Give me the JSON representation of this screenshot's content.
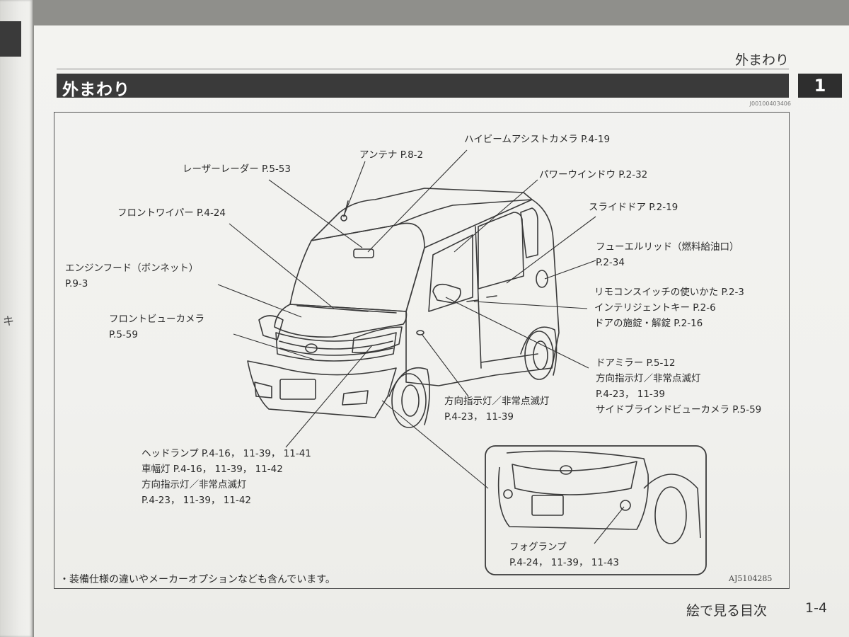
{
  "left_page": {
    "edge_mark": "キ"
  },
  "header": {
    "running_title": "外まわり",
    "section_title": "外まわり",
    "chapter_number": "1",
    "section_code": "J00100403406"
  },
  "callouts": {
    "high_beam_assist_camera": "ハイビームアシストカメラ P.4-19",
    "antenna": "アンテナ P.8-2",
    "laser_radar": "レーザーレーダー P.5-53",
    "power_window": "パワーウインドウ P.2-32",
    "front_wiper": "フロントワイパー P.4-24",
    "slide_door": "スライドドア P.2-19",
    "fuel_lid_line1": "フューエルリッド（燃料給油口）",
    "fuel_lid_line2": "P.2-34",
    "engine_hood_line1": "エンジンフード（ボンネット）",
    "engine_hood_line2": "P.9-3",
    "remote_switch": "リモコンスイッチの使いかた P.2-3",
    "intelligent_key": "インテリジェントキー P.2-6",
    "door_lock": "ドアの施錠・解錠 P.2-16",
    "front_view_camera_line1": "フロントビューカメラ",
    "front_view_camera_line2": "P.5-59",
    "door_mirror": "ドアミラー P.5-12",
    "mirror_turn_signal": "方向指示灯／非常点滅灯",
    "mirror_turn_signal_pages": "P.4-23， 11-39",
    "side_blind_view_camera": "サイドブラインドビューカメラ P.5-59",
    "side_turn_signal": "方向指示灯／非常点滅灯",
    "side_turn_signal_pages": "P.4-23， 11-39",
    "headlamp": "ヘッドランプ P.4-16， 11-39， 11-41",
    "clearance_lamp": "車幅灯 P.4-16， 11-39， 11-42",
    "front_turn_signal": "方向指示灯／非常点滅灯",
    "front_turn_signal_pages": "P.4-23， 11-39， 11-42",
    "fog_lamp": "フォグランプ",
    "fog_lamp_pages": "P.4-24， 11-39， 11-43"
  },
  "note": "・装備仕様の違いやメーカーオプションなども含んでいます。",
  "figure_code": "AJ5104285",
  "footer": {
    "book_section": "絵で見る目次",
    "page_number": "1-4"
  }
}
